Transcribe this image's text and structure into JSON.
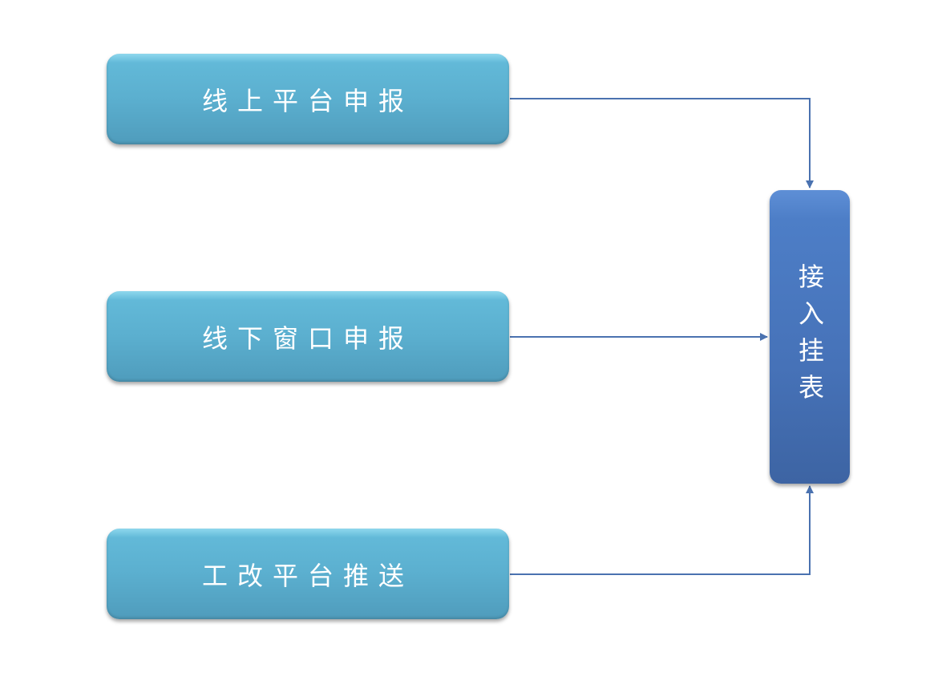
{
  "sources": [
    {
      "label": "线上平台申报"
    },
    {
      "label": "线下窗口申报"
    },
    {
      "label": "工改平台推送"
    }
  ],
  "target": {
    "label": "接入挂表"
  },
  "colors": {
    "source_box": "#5bafcf",
    "target_box": "#4672b8",
    "connector": "#4a72b0"
  }
}
